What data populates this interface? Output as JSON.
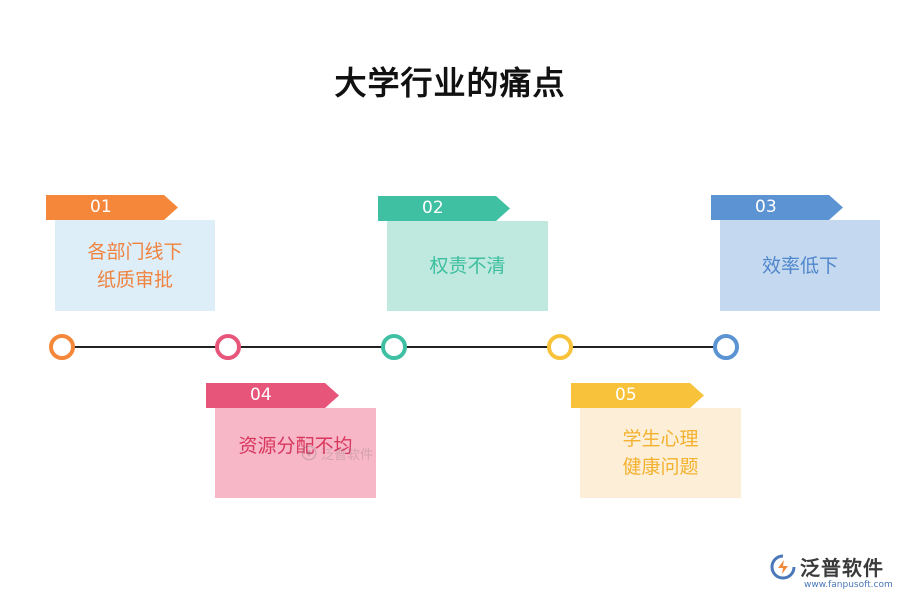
{
  "title": "大学行业的痛点",
  "items": [
    {
      "num": "01",
      "lines": [
        "各部门线下",
        "纸质审批"
      ],
      "color": "#f5873b",
      "card_bg": "#deeef9",
      "text_color": "#ef8340"
    },
    {
      "num": "02",
      "lines": [
        "权责不清"
      ],
      "color": "#3fc0a2",
      "card_bg": "#bfe9df",
      "text_color": "#3dbf9f"
    },
    {
      "num": "03",
      "lines": [
        "效率低下"
      ],
      "color": "#5b93d3",
      "card_bg": "#c4d9ef",
      "text_color": "#4f86cc"
    },
    {
      "num": "04",
      "lines": [
        "资源分配不均"
      ],
      "color": "#e8557b",
      "card_bg": "#f7b7c7",
      "text_color": "#d9365d"
    },
    {
      "num": "05",
      "lines": [
        "学生心理",
        "健康问题"
      ],
      "color": "#f8c23a",
      "card_bg": "#fdeed8",
      "text_color": "#f3b12e"
    }
  ],
  "nodes": [
    "#f5873b",
    "#e8557b",
    "#3fc0a2",
    "#f8c23a",
    "#5b93d3"
  ],
  "watermark": {
    "text": "泛普软件",
    "icon": "fanpu-logo-icon"
  },
  "brand": {
    "name": "泛普软件",
    "url": "www.fanpusoft.com",
    "icon": "fanpu-logo-icon"
  }
}
